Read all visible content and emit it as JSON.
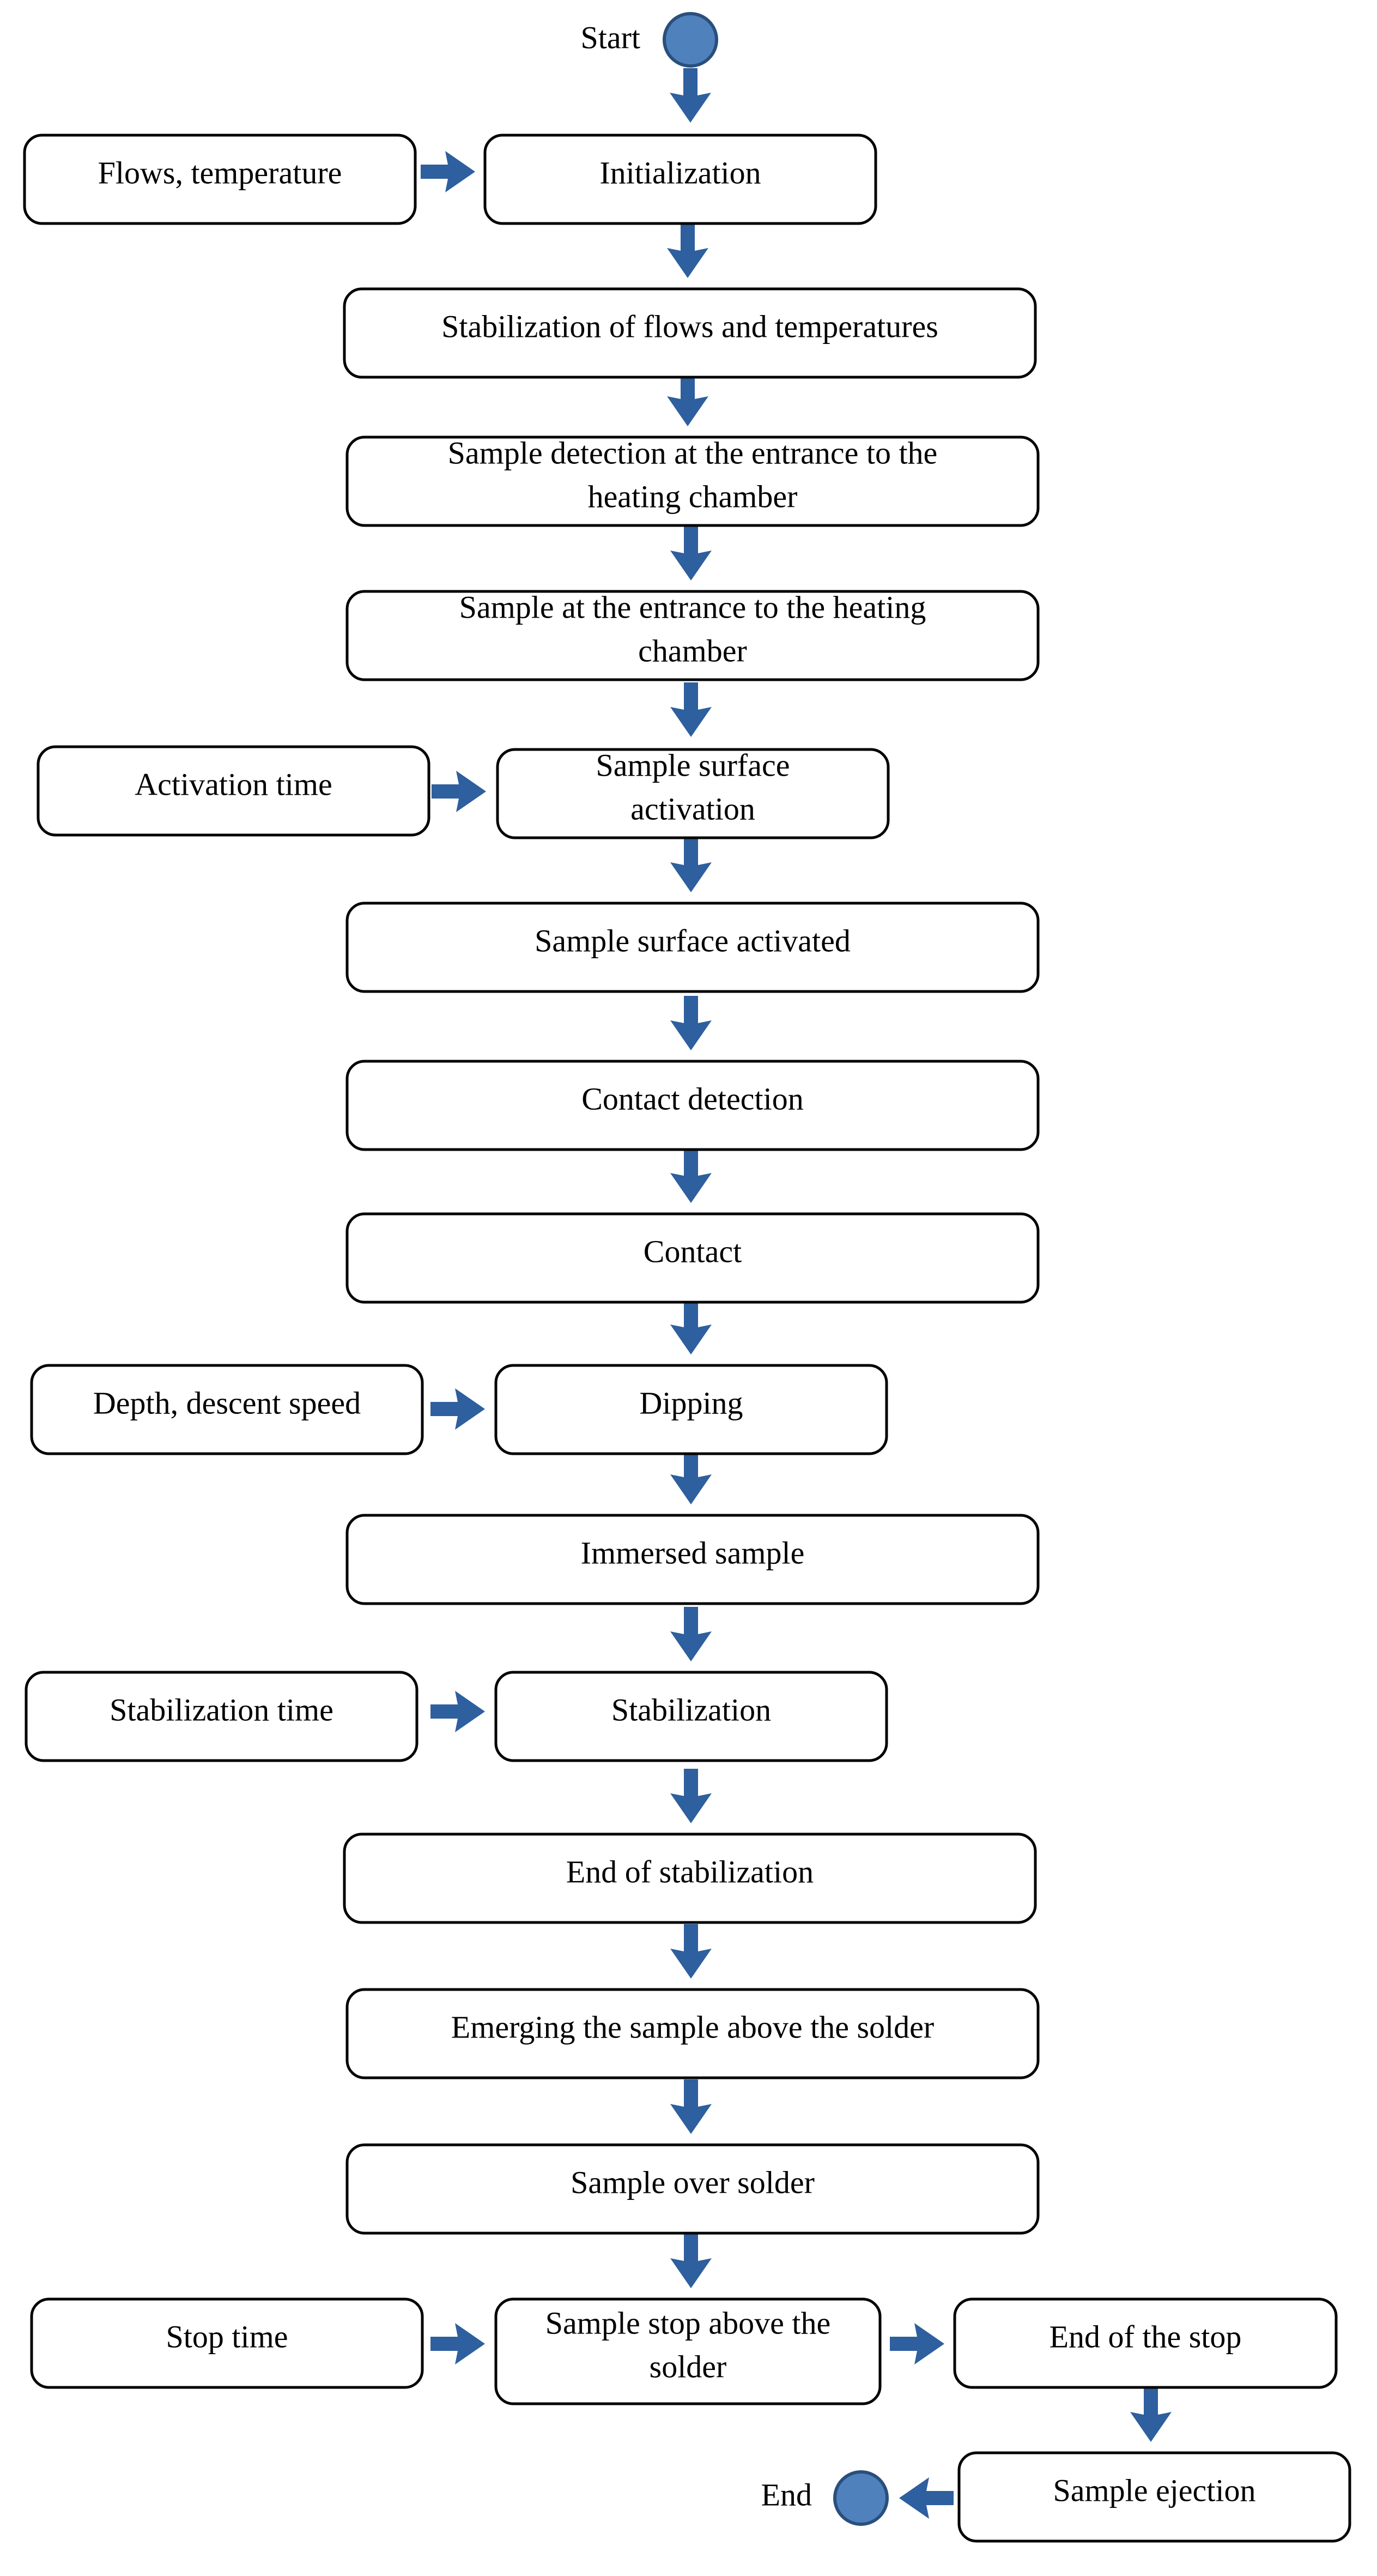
{
  "colors": {
    "arrow": "#2e5f9e",
    "terminal_fill": "#4f81bd",
    "terminal_stroke": "#2a4f7c",
    "box_stroke": "#000000"
  },
  "terminals": {
    "start": {
      "label": "Start"
    },
    "end": {
      "label": "End"
    }
  },
  "steps": {
    "init_input": [
      "Flows, temperature"
    ],
    "init": [
      "Initialization"
    ],
    "stab_flows": [
      "Stabilization of flows and temperatures"
    ],
    "detect_entrance": [
      "Sample detection at the entrance to the",
      "heating chamber"
    ],
    "at_entrance": [
      "Sample at the entrance to the heating",
      "chamber"
    ],
    "act_input": [
      "Activation time"
    ],
    "activation": [
      "Sample surface",
      "activation"
    ],
    "activated": [
      "Sample surface activated"
    ],
    "contact_detect": [
      "Contact detection"
    ],
    "contact": [
      "Contact"
    ],
    "dip_input": [
      "Depth, descent speed"
    ],
    "dipping": [
      "Dipping"
    ],
    "immersed": [
      "Immersed sample"
    ],
    "stab_input": [
      "Stabilization time"
    ],
    "stabilization": [
      "Stabilization"
    ],
    "end_stab": [
      "End of stabilization"
    ],
    "emerging": [
      "Emerging the sample above the solder"
    ],
    "over_solder": [
      "Sample over solder"
    ],
    "stop_input": [
      "Stop time"
    ],
    "stop_above": [
      "Sample stop above the",
      "solder"
    ],
    "end_stop": [
      "End of the stop"
    ],
    "ejection": [
      "Sample ejection"
    ]
  }
}
